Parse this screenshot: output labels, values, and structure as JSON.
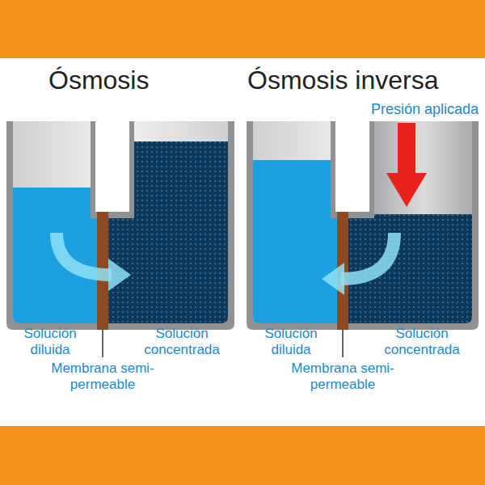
{
  "diagram": {
    "labels": [
      "Ósmosis",
      "Ósmosis inversa",
      "Presión aplicada",
      "Solución diluida",
      "Solución concentrada",
      "Membrana semi-permeable",
      "Solución diluida",
      "Solución concentrada",
      "Membrana semi-permeable"
    ]
  }
}
